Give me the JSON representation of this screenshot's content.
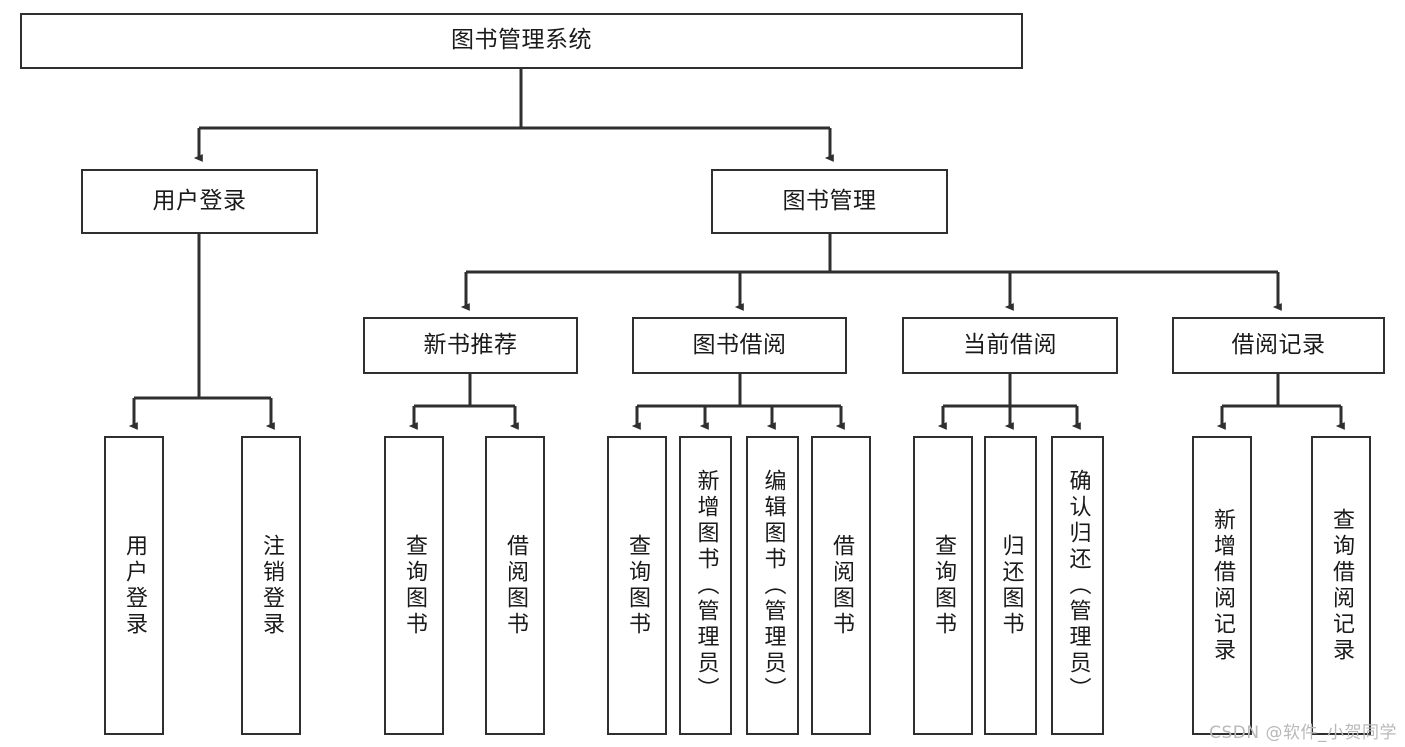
{
  "diagram": {
    "title": "图书管理系统",
    "watermark": "CSDN @软件_小贺同学",
    "line_color": "#2f2f2f",
    "box_fill": "#ffffff",
    "text_color": "#1a1a1a",
    "watermark_color": "#b9b9b9"
  },
  "nodes": {
    "root": {
      "label": "图书管理系统"
    },
    "level2": [
      {
        "label": "用户登录"
      },
      {
        "label": "图书管理"
      }
    ],
    "level3": [
      {
        "label": "新书推荐"
      },
      {
        "label": "图书借阅"
      },
      {
        "label": "当前借阅"
      },
      {
        "label": "借阅记录"
      }
    ],
    "leaves": {
      "user_login": [
        {
          "label": "用户登录"
        },
        {
          "label": "注销登录"
        }
      ],
      "new_book": [
        {
          "label": "查询图书"
        },
        {
          "label": "借阅图书"
        }
      ],
      "book_borrow": [
        {
          "label": "查询图书"
        },
        {
          "label": "新增图书（管理员）"
        },
        {
          "label": "编辑图书（管理员）"
        },
        {
          "label": "借阅图书"
        }
      ],
      "current_borrow": [
        {
          "label": "查询图书"
        },
        {
          "label": "归还图书"
        },
        {
          "label": "确认归还（管理员）"
        }
      ],
      "borrow_record": [
        {
          "label": "新增借阅记录"
        },
        {
          "label": "查询借阅记录"
        }
      ]
    }
  }
}
